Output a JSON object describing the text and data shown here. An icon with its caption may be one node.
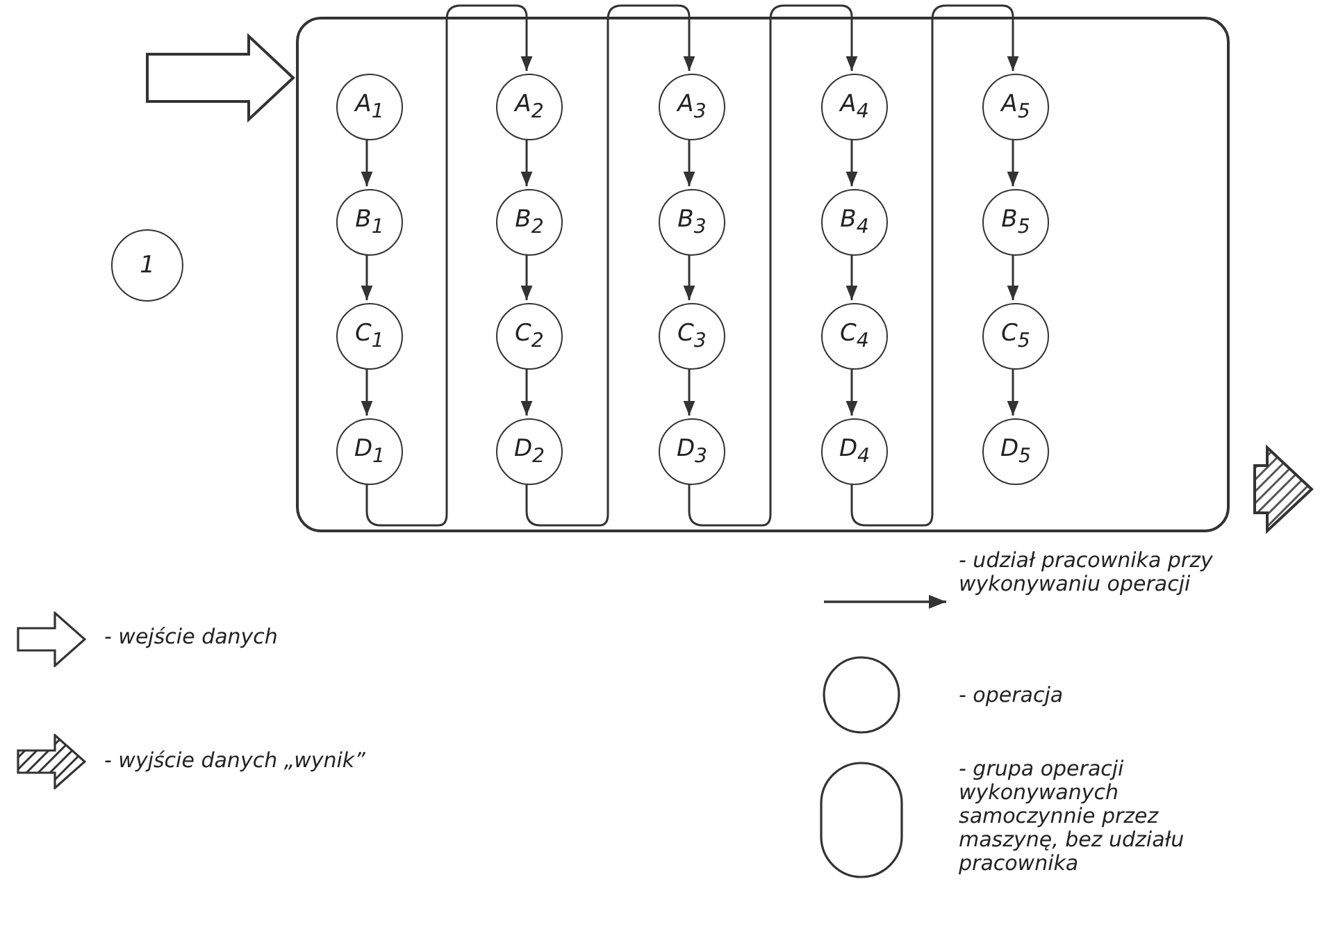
{
  "diagram": {
    "nodes": [
      {
        "text": [
          "1"
        ]
      },
      {
        "text": [],
        "shape": "box"
      },
      {
        "text": [
          "A$_{1}$"
        ],
        "in": 1
      },
      {
        "text": [
          "B$_{1}$"
        ],
        "in": 1
      },
      {
        "text": [
          "C$_{1}$"
        ],
        "in": 1
      },
      {
        "text": [
          "D$_{1}$"
        ],
        "in": 1
      },
      {
        "text": [
          "A$_{2}$"
        ],
        "in": 1
      },
      {
        "text": [
          "B$_{2}$"
        ],
        "in": 1
      },
      {
        "text": [
          "C$_{2}$"
        ],
        "in": 1
      },
      {
        "text": [
          "D$_{2}$"
        ],
        "in": 1
      },
      {
        "text": [
          "A$_{3}$"
        ],
        "in": 1
      },
      {
        "text": [
          "B$_{3}$"
        ],
        "in": 1
      },
      {
        "text": [
          "C$_{3}$"
        ],
        "in": 1
      },
      {
        "text": [
          "D$_{3}$"
        ],
        "in": 1
      },
      {
        "text": [
          "A$_{4}$"
        ],
        "in": 1
      },
      {
        "text": [
          "B$_{4}$"
        ],
        "in": 1
      },
      {
        "text": [
          "C$_{4}$"
        ],
        "in": 1
      },
      {
        "text": [
          "D$_{4}$"
        ],
        "in": 1
      },
      {
        "text": [
          "A$_{5}$"
        ],
        "in": 1
      },
      {
        "text": [
          "B$_{5}$"
        ],
        "in": 1
      },
      {
        "text": [
          "C$_{5}$"
        ],
        "in": 1
      },
      {
        "text": [
          "D$_{5}$"
        ],
        "in": 1
      }
    ],
    "edges": [
      {
        "from": null,
        "to": 1,
        "arrow": "to",
        "style": "thick"
      },
      {
        "from": 2,
        "to": 3,
        "arrow": "to"
      },
      {
        "from": 3,
        "to": 4,
        "arrow": "to"
      },
      {
        "from": 4,
        "to": 5,
        "arrow": "to"
      },
      {
        "from": 5,
        "to": 6,
        "arrow": "to"
      },
      {
        "from": 6,
        "to": 7,
        "arrow": "to"
      },
      {
        "from": 7,
        "to": 8,
        "arrow": "to"
      },
      {
        "from": 8,
        "to": 9,
        "arrow": "to"
      },
      {
        "from": 9,
        "to": 10,
        "arrow": "to"
      },
      {
        "from": 10,
        "to": 11,
        "arrow": "to"
      },
      {
        "from": 11,
        "to": 12,
        "arrow": "to"
      },
      {
        "from": 12,
        "to": 13,
        "arrow": "to"
      },
      {
        "from": 13,
        "to": 14,
        "arrow": "to"
      },
      {
        "from": 14,
        "to": 15,
        "arrow": "to"
      },
      {
        "from": 15,
        "to": 16,
        "arrow": "to"
      },
      {
        "from": 16,
        "to": 17,
        "arrow": "to"
      },
      {
        "from": 17,
        "to": 18,
        "arrow": "to"
      },
      {
        "from": 18,
        "to": 19,
        "arrow": "to"
      },
      {
        "from": 19,
        "to": 20,
        "arrow": "to"
      },
      {
        "from": 20,
        "to": 21,
        "arrow": "to"
      },
      {
        "from": 1,
        "to": null,
        "arrow": "to",
        "style": "thick",
        "color": "#555555"
      }
    ],
    "legend": [
      {
        "text": "- wejście danych"
      },
      {
        "text": "- wyjście danych „wynik”"
      },
      {
        "text": "- udział pracownika przy wykonywaniu operacji"
      },
      {
        "text": "- operacja"
      },
      {
        "text": "- grupa operacji wykonywanych samoczynnie przez maszynę, bez udziału pracownika"
      }
    ]
  }
}
